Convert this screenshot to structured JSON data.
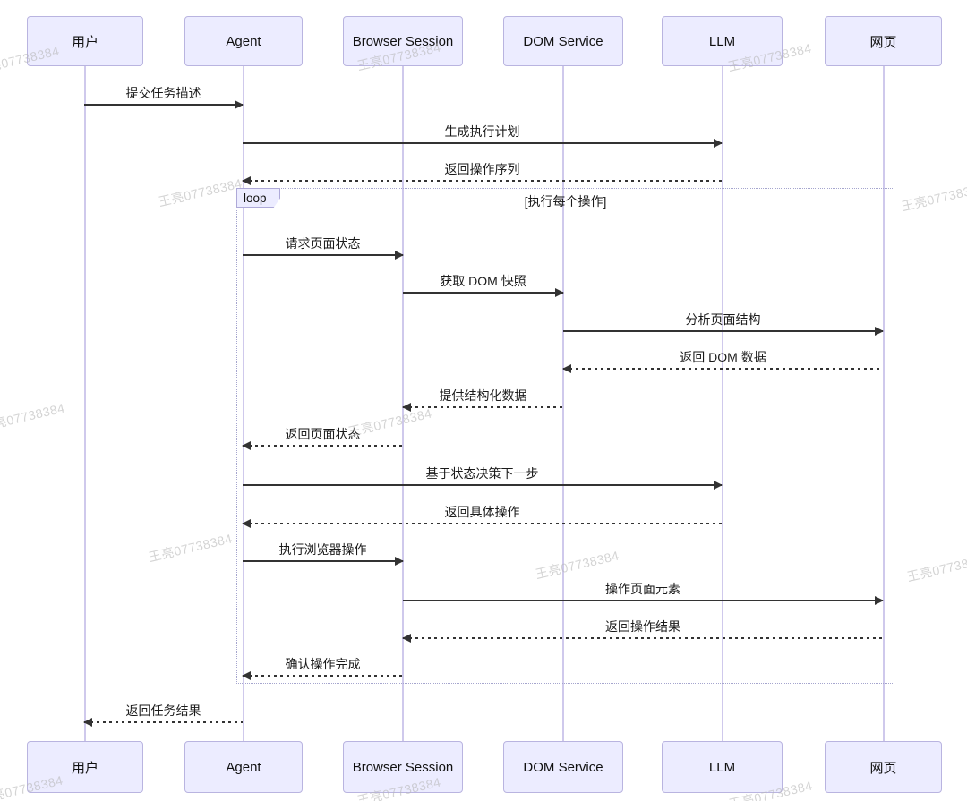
{
  "diagram": {
    "kind": "sequence-diagram",
    "actors": [
      {
        "id": "user",
        "label": "用户"
      },
      {
        "id": "agent",
        "label": "Agent"
      },
      {
        "id": "browser-session",
        "label": "Browser Session"
      },
      {
        "id": "dom-service",
        "label": "DOM Service"
      },
      {
        "id": "llm",
        "label": "LLM"
      },
      {
        "id": "webpage",
        "label": "网页"
      }
    ],
    "loop": {
      "label": "loop",
      "condition": "[执行每个操作]"
    },
    "messages": [
      {
        "label": "提交任务描述",
        "from": "用户",
        "to": "Agent",
        "line": "solid"
      },
      {
        "label": "生成执行计划",
        "from": "Agent",
        "to": "LLM",
        "line": "solid"
      },
      {
        "label": "返回操作序列",
        "from": "LLM",
        "to": "Agent",
        "line": "dashed"
      },
      {
        "label": "请求页面状态",
        "from": "Agent",
        "to": "Browser Session",
        "line": "solid"
      },
      {
        "label": "获取 DOM 快照",
        "from": "Browser Session",
        "to": "DOM Service",
        "line": "solid"
      },
      {
        "label": "分析页面结构",
        "from": "DOM Service",
        "to": "网页",
        "line": "solid"
      },
      {
        "label": "返回 DOM 数据",
        "from": "网页",
        "to": "DOM Service",
        "line": "dashed"
      },
      {
        "label": "提供结构化数据",
        "from": "DOM Service",
        "to": "Browser Session",
        "line": "dashed"
      },
      {
        "label": "返回页面状态",
        "from": "Browser Session",
        "to": "Agent",
        "line": "dashed"
      },
      {
        "label": "基于状态决策下一步",
        "from": "Agent",
        "to": "LLM",
        "line": "solid"
      },
      {
        "label": "返回具体操作",
        "from": "LLM",
        "to": "Agent",
        "line": "dashed"
      },
      {
        "label": "执行浏览器操作",
        "from": "Agent",
        "to": "Browser Session",
        "line": "solid"
      },
      {
        "label": "操作页面元素",
        "from": "Browser Session",
        "to": "网页",
        "line": "solid"
      },
      {
        "label": "返回操作结果",
        "from": "网页",
        "to": "Browser Session",
        "line": "dashed"
      },
      {
        "label": "确认操作完成",
        "from": "Browser Session",
        "to": "Agent",
        "line": "dashed"
      },
      {
        "label": "返回任务结果",
        "from": "Agent",
        "to": "用户",
        "line": "dashed"
      }
    ],
    "watermark": {
      "text": "王亮07738384"
    },
    "colors": {
      "actor_fill": "#ECECFF",
      "actor_border": "#B9B4E0",
      "lifeline": "#CFC9EC",
      "arrow": "#333333",
      "loop_border": "#A5A5CE",
      "watermark": "#B7B7B7"
    }
  }
}
